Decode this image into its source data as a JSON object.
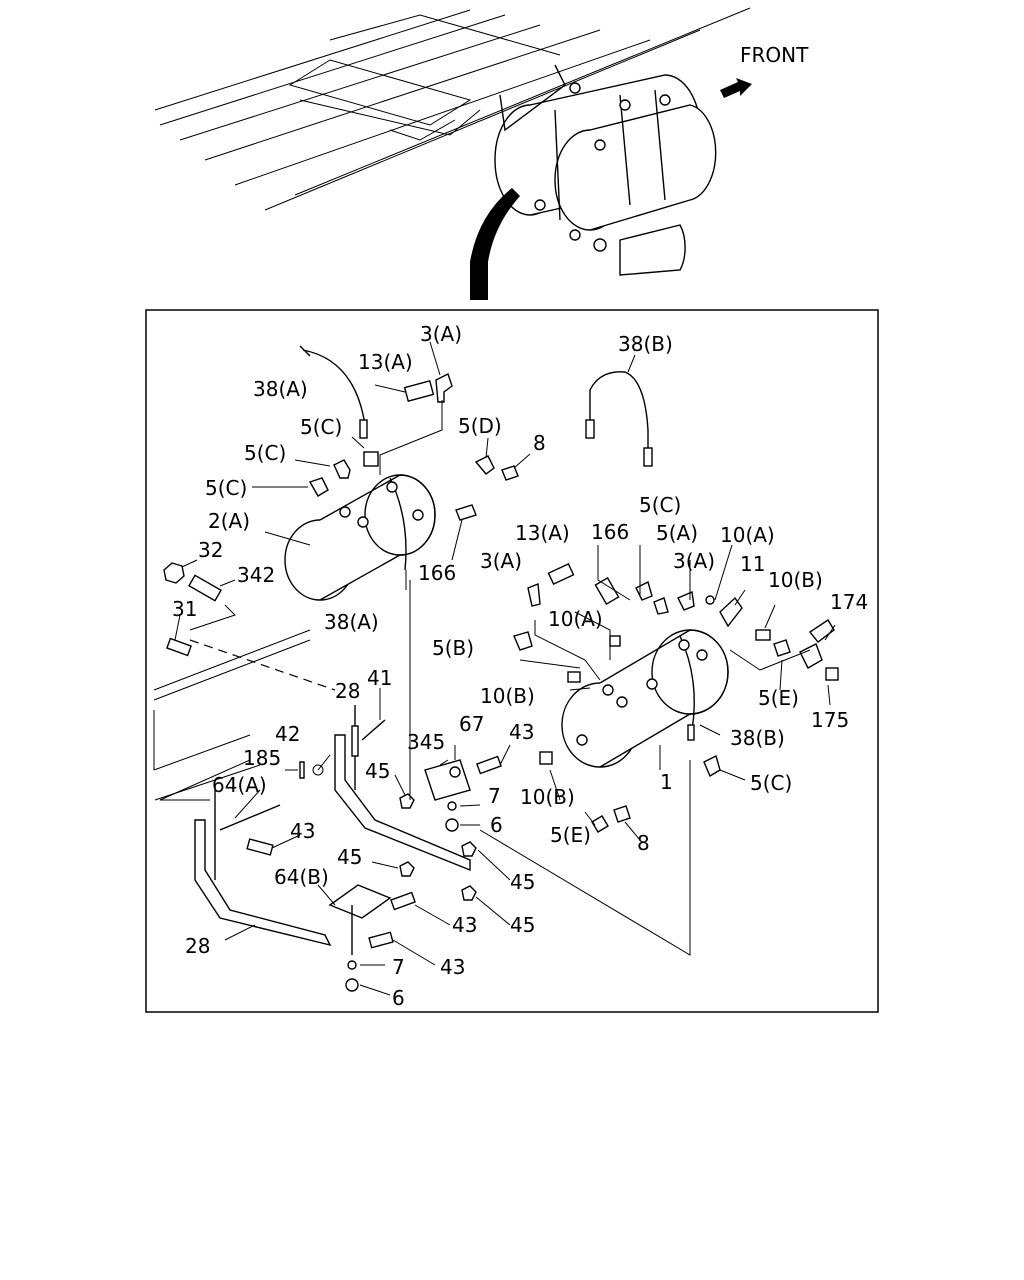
{
  "overview": {
    "front_label": "FRONT"
  },
  "callouts": [
    {
      "id": "c-3a-top",
      "text": "3(A)"
    },
    {
      "id": "c-38b-top",
      "text": "38(B)"
    },
    {
      "id": "c-13a-top",
      "text": "13(A)"
    },
    {
      "id": "c-38a-top",
      "text": "38(A)"
    },
    {
      "id": "c-5c-1",
      "text": "5(C)"
    },
    {
      "id": "c-5d",
      "text": "5(D)"
    },
    {
      "id": "c-8-top",
      "text": "8"
    },
    {
      "id": "c-5c-2",
      "text": "5(C)"
    },
    {
      "id": "c-5c-3",
      "text": "5(C)"
    },
    {
      "id": "c-2a",
      "text": "2(A)"
    },
    {
      "id": "c-32",
      "text": "32"
    },
    {
      "id": "c-342",
      "text": "342"
    },
    {
      "id": "c-166-left",
      "text": "166"
    },
    {
      "id": "c-38a-mid",
      "text": "38(A)"
    },
    {
      "id": "c-31",
      "text": "31"
    },
    {
      "id": "c-5c-right",
      "text": "5(C)"
    },
    {
      "id": "c-13a-right",
      "text": "13(A)"
    },
    {
      "id": "c-166-right",
      "text": "166"
    },
    {
      "id": "c-5a",
      "text": "5(A)"
    },
    {
      "id": "c-10a-1",
      "text": "10(A)"
    },
    {
      "id": "c-3a-right1",
      "text": "3(A)"
    },
    {
      "id": "c-3a-right2",
      "text": "3(A)"
    },
    {
      "id": "c-11",
      "text": "11"
    },
    {
      "id": "c-10b-1",
      "text": "10(B)"
    },
    {
      "id": "c-174",
      "text": "174"
    },
    {
      "id": "c-10a-2",
      "text": "10(A)"
    },
    {
      "id": "c-5b",
      "text": "5(B)"
    },
    {
      "id": "c-5e-1",
      "text": "5(E)"
    },
    {
      "id": "c-175",
      "text": "175"
    },
    {
      "id": "c-28-top",
      "text": "28"
    },
    {
      "id": "c-41",
      "text": "41"
    },
    {
      "id": "c-10b-2",
      "text": "10(B)"
    },
    {
      "id": "c-67",
      "text": "67"
    },
    {
      "id": "c-345",
      "text": "345"
    },
    {
      "id": "c-43-1",
      "text": "43"
    },
    {
      "id": "c-38b-right",
      "text": "38(B)"
    },
    {
      "id": "c-42",
      "text": "42"
    },
    {
      "id": "c-185",
      "text": "185"
    },
    {
      "id": "c-45-1",
      "text": "45"
    },
    {
      "id": "c-1",
      "text": "1"
    },
    {
      "id": "c-5c-bottom",
      "text": "5(C)"
    },
    {
      "id": "c-64a",
      "text": "64(A)"
    },
    {
      "id": "c-7-1",
      "text": "7"
    },
    {
      "id": "c-10b-3",
      "text": "10(B)"
    },
    {
      "id": "c-6-1",
      "text": "6"
    },
    {
      "id": "c-43-2",
      "text": "43"
    },
    {
      "id": "c-5e-2",
      "text": "5(E)"
    },
    {
      "id": "c-8-bottom",
      "text": "8"
    },
    {
      "id": "c-45-2",
      "text": "45"
    },
    {
      "id": "c-64b",
      "text": "64(B)"
    },
    {
      "id": "c-45-3",
      "text": "45"
    },
    {
      "id": "c-43-3",
      "text": "43"
    },
    {
      "id": "c-45-4",
      "text": "45"
    },
    {
      "id": "c-28-bottom",
      "text": "28"
    },
    {
      "id": "c-7-2",
      "text": "7"
    },
    {
      "id": "c-43-4",
      "text": "43"
    },
    {
      "id": "c-6-2",
      "text": "6"
    }
  ]
}
